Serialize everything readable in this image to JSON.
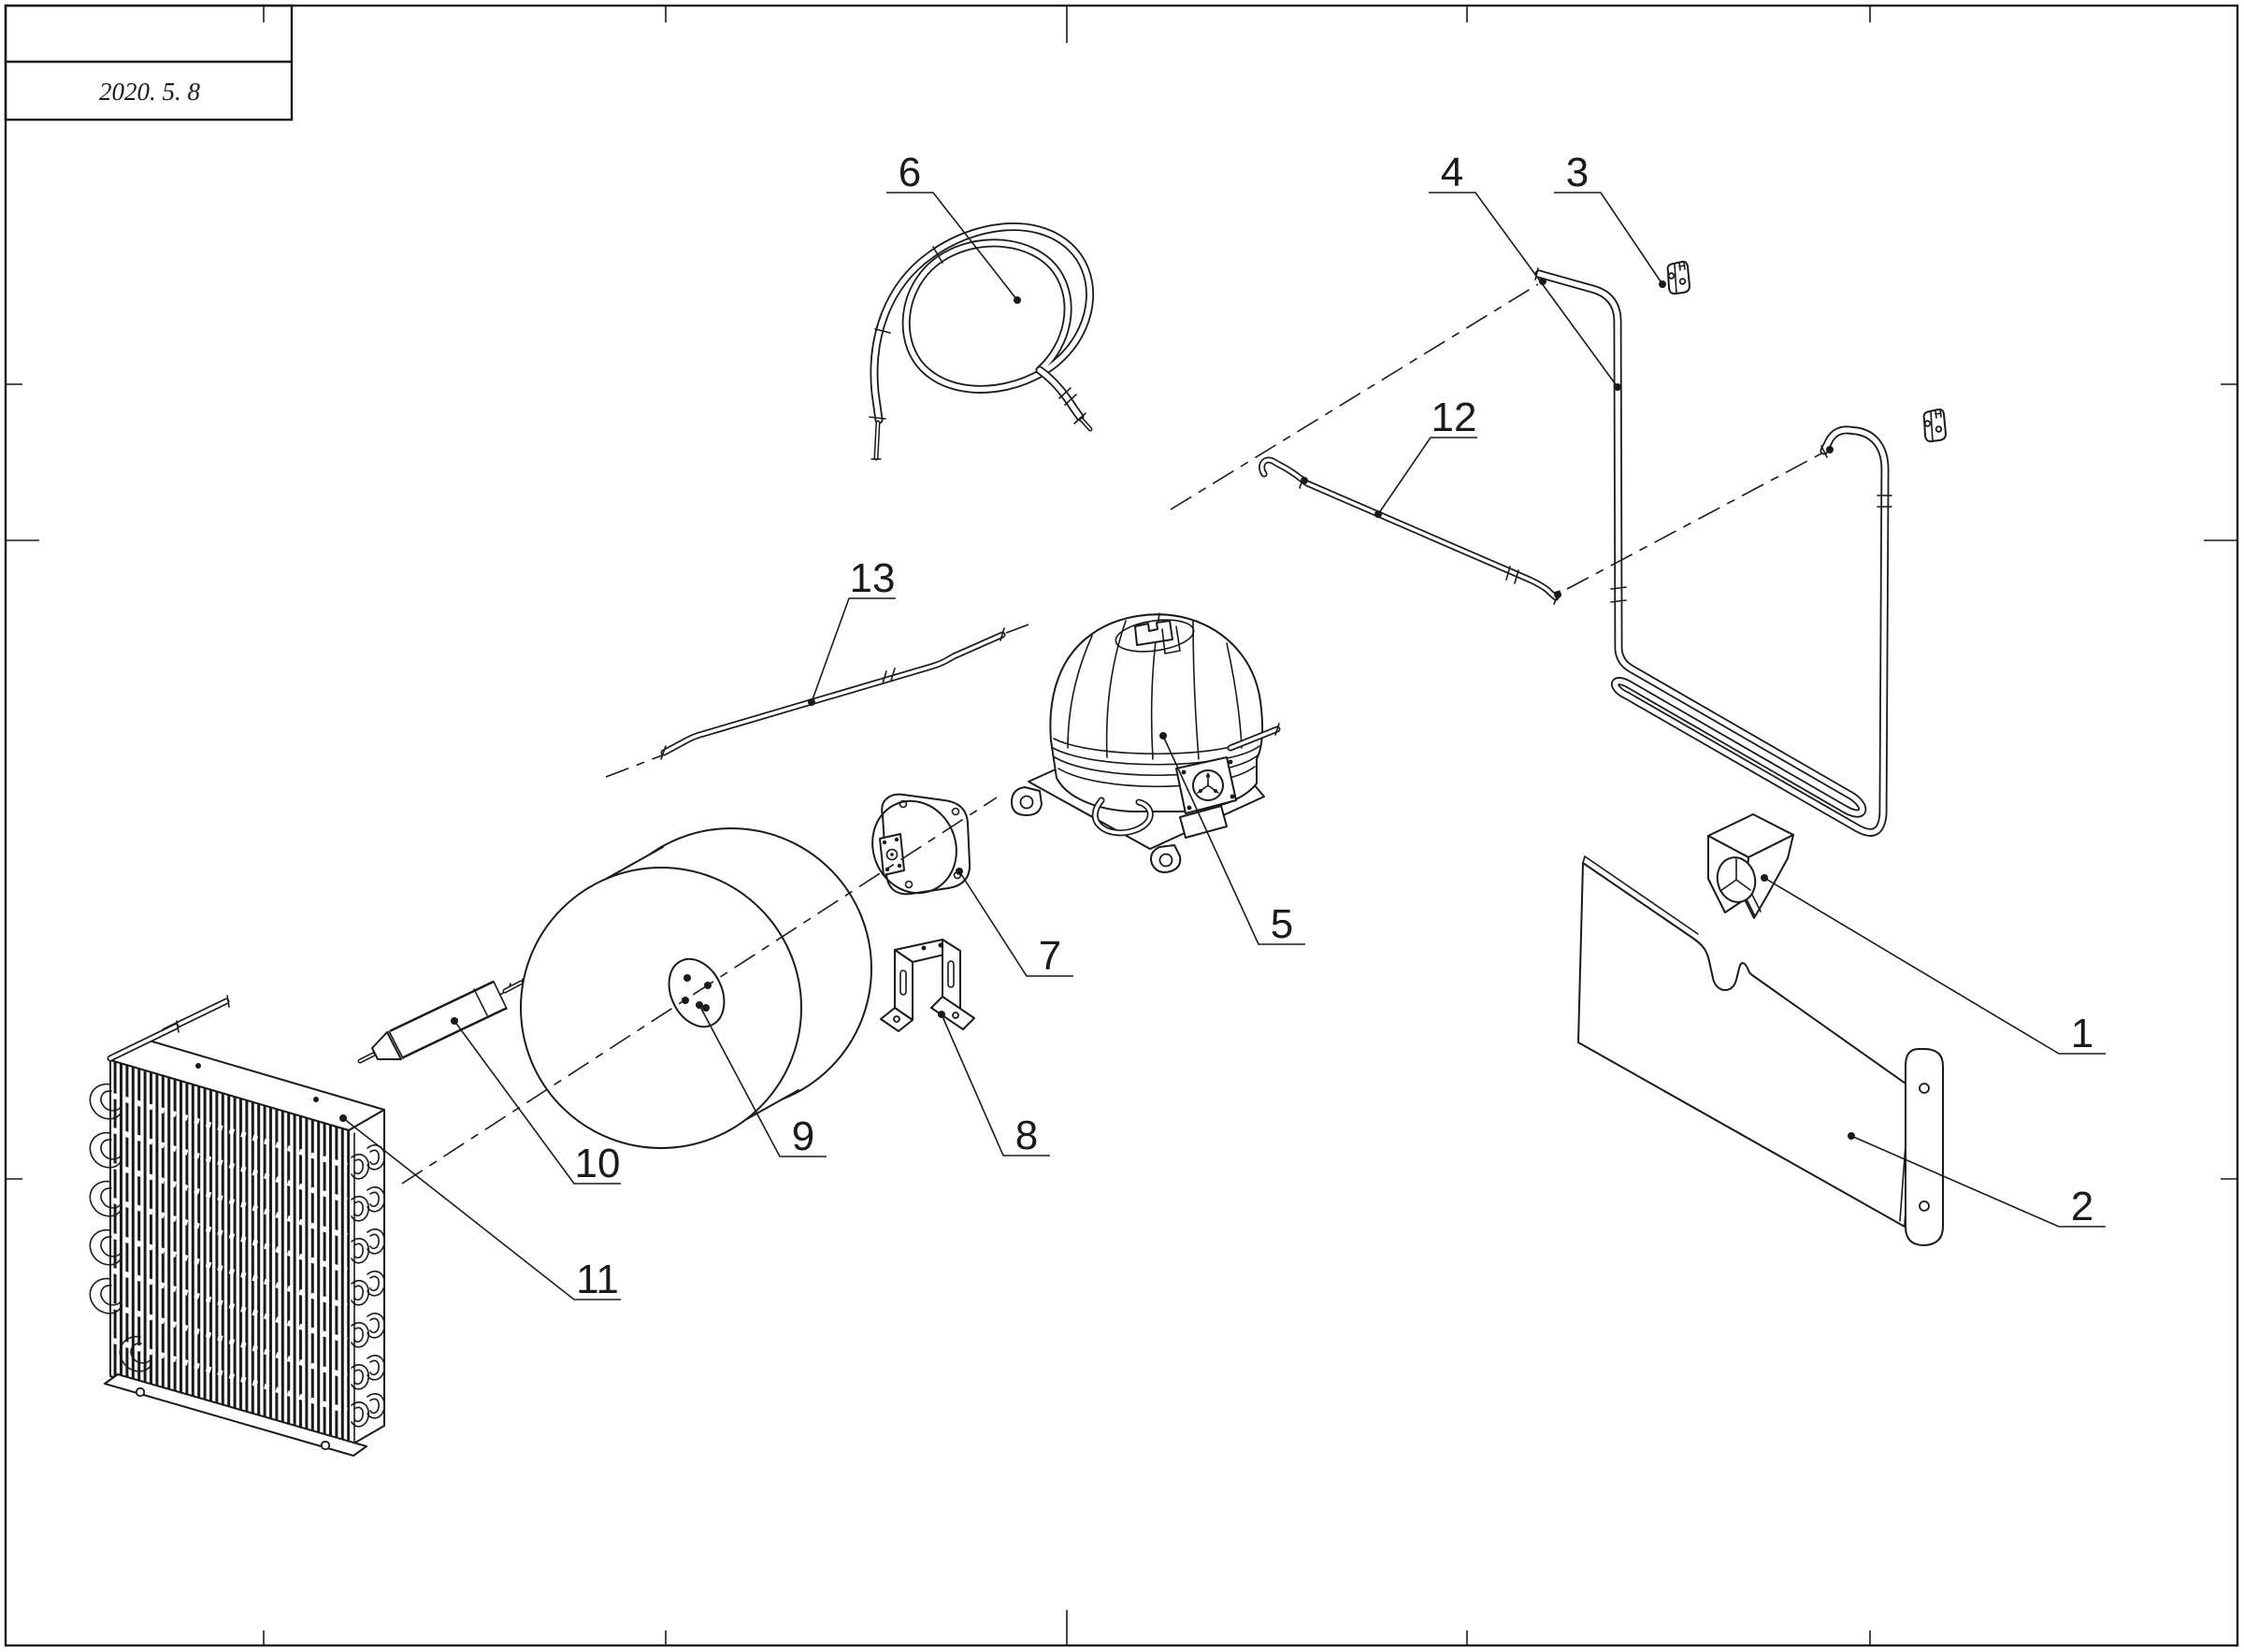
{
  "sheet": {
    "title_block": {
      "date": "2020. 5. 8"
    },
    "colors": {
      "line": "#1a1a1a",
      "background": "#ffffff"
    }
  },
  "callouts": [
    {
      "num": "1"
    },
    {
      "num": "2"
    },
    {
      "num": "3"
    },
    {
      "num": "4"
    },
    {
      "num": "5"
    },
    {
      "num": "6"
    },
    {
      "num": "7"
    },
    {
      "num": "8"
    },
    {
      "num": "9"
    },
    {
      "num": "10"
    },
    {
      "num": "11"
    },
    {
      "num": "12"
    },
    {
      "num": "13"
    }
  ]
}
